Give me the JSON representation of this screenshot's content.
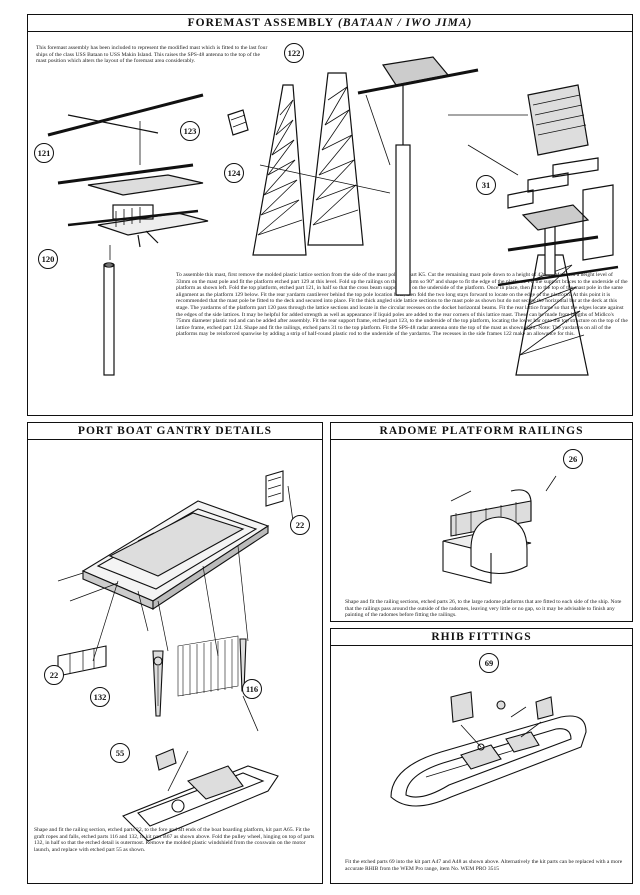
{
  "foremast": {
    "title": "FOREMAST ASSEMBLY",
    "subtitle": "(BATAAN / IWO JIMA)",
    "intro": "This foremast assembly has been included to represent the modified mast which is fitted to the last four ships of the class USS Bataan to USS Makin Island. This raises the SPS-48 antenna to the top of the mast position which alters the layout of the foremast area considerably.",
    "instructions": "To assemble this mast, first remove the molded plastic lattice section from the side of the mast pole, kit part K5. Cut the remaining mast pole down to a height of 42mm. Mark out a height level of 33mm on the mast pole and fit the platform etched part 129 at this level. Fold up the railings on the platform so 90° and shape to fit the edge of the platform. Fit the support braces to the underside of the platform as shown left. Fold the top platform, etched part 121, in half so that the cross beam supports are on the underside of the platform. Once in place, then fit to the top of the mast pole in the same alignment as the platform 129 below. Fit the rear yardarm cantilever behind the top pole location hole, then fold the two long stays forward to locate on the edge of the platform. At this point it is recommended that the mast pole be fitted to the deck and secured into place. Fit the thick angled side lattice sections to the mast pole as shown but do not secure the horizontal bar at the deck at this stage. The yardarms of the platform part 120 pass through the lattice sections and locate in the circular recesses on the docket horizontal beams. Fit the rear lattice frame so that the edges locate against the edges of the side lattices. It may be helpful for added strength as well as appearance if liquid poles are added to the rear corners of this lattice mast. These can be made from lengths of Midlco's 75mm diameter plastic rod and can be added after assembly. Fit the rear support frame, etched part 123, to the underside of the top platform, locating the lower bar onto the top structure on the top of the lattice frame, etched part 124. Shape and fit the railings, etched parts 31 to the top platform. Fit the SPS-48 radar antenna onto the top of the mast as shown right. Note: The yardarms on all of the platforms may be reinforced spanwise by adding a strip of half-round plastic rod to the underside of the yardarms. The recesses in the side frames 122 make an allowance for this."
  },
  "gantry": {
    "title": "PORT BOAT GANTRY DETAILS",
    "caption": "Shape and fit the railing section, etched parts 22, to the fore and aft ends of the boat boarding platform, kit part A65. Fit the graft ropes and falls, etched parts 116 and 132, to kit part B67 as shown above. Fold the pulley wheel, hinging on top of parts 132, in half so that the etched detail is outermost. Remove the molded plastic windshield from the coxswain on the motor launch, and replace with etched part 55 as shown."
  },
  "radome": {
    "title": "RADOME PLATFORM RAILINGS",
    "caption": "Shape and fit the railing sections, etched parts 26, to the large radome platforms that are fitted to each side of the ship. Note that the railings pass around the outside of the radomes, leaving very little or no gap, so it may be advisable to finish any painting of the radomes before fitting the railings."
  },
  "rhib": {
    "title": "RHIB FITTINGS",
    "caption": "Fit the etched parts 69 into the kit part A47 and A48 as shown above. Alternatively the kit parts can be replaced with a more accurate RHIB from the WEM Pro range, item No. WEM PRO 3515"
  },
  "callouts": {
    "c121": "121",
    "c120": "120",
    "c122": "122",
    "c123": "123",
    "c124": "124",
    "c31": "31",
    "c22a": "22",
    "c22b": "22",
    "c132": "132",
    "c116": "116",
    "c55": "55",
    "c26": "26",
    "c69": "69"
  }
}
